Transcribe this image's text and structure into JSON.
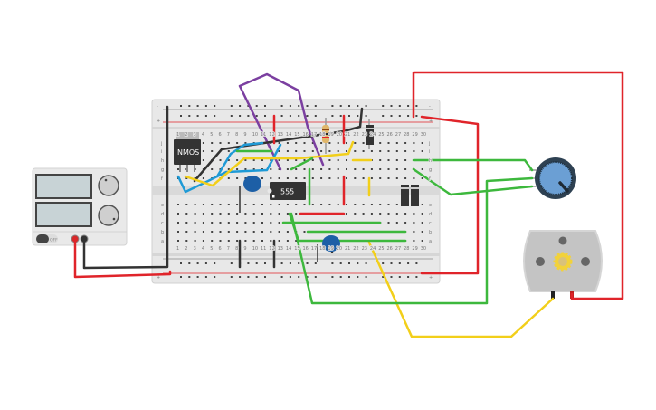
{
  "breadboard": {
    "row_letters_top": [
      "j",
      "i",
      "h",
      "g",
      "f"
    ],
    "row_letters_bottom": [
      "e",
      "d",
      "c",
      "b",
      "a"
    ],
    "column_numbers": [
      "1",
      "2",
      "3",
      "4",
      "5",
      "6",
      "7",
      "8",
      "9",
      "10",
      "11",
      "12",
      "13",
      "14",
      "15",
      "16",
      "17",
      "18",
      "19",
      "20",
      "21",
      "22",
      "23",
      "24",
      "25",
      "26",
      "27",
      "28",
      "29",
      "30"
    ],
    "rail_minus": "-",
    "rail_plus": "+"
  },
  "components": {
    "mosfet_label": "NMOS",
    "timer_label": "555",
    "power_switch_label": "OFF"
  },
  "colors": {
    "wire_red": "#e0242a",
    "wire_black": "#333333",
    "wire_green": "#3db83d",
    "wire_yellow": "#f2cf1a",
    "wire_blue": "#1e9ad6",
    "wire_purple": "#7b3fa0",
    "capacitor": "#1d5fa6",
    "potentiometer": "#6b9fd4",
    "motor_gear": "#f2d23a"
  }
}
